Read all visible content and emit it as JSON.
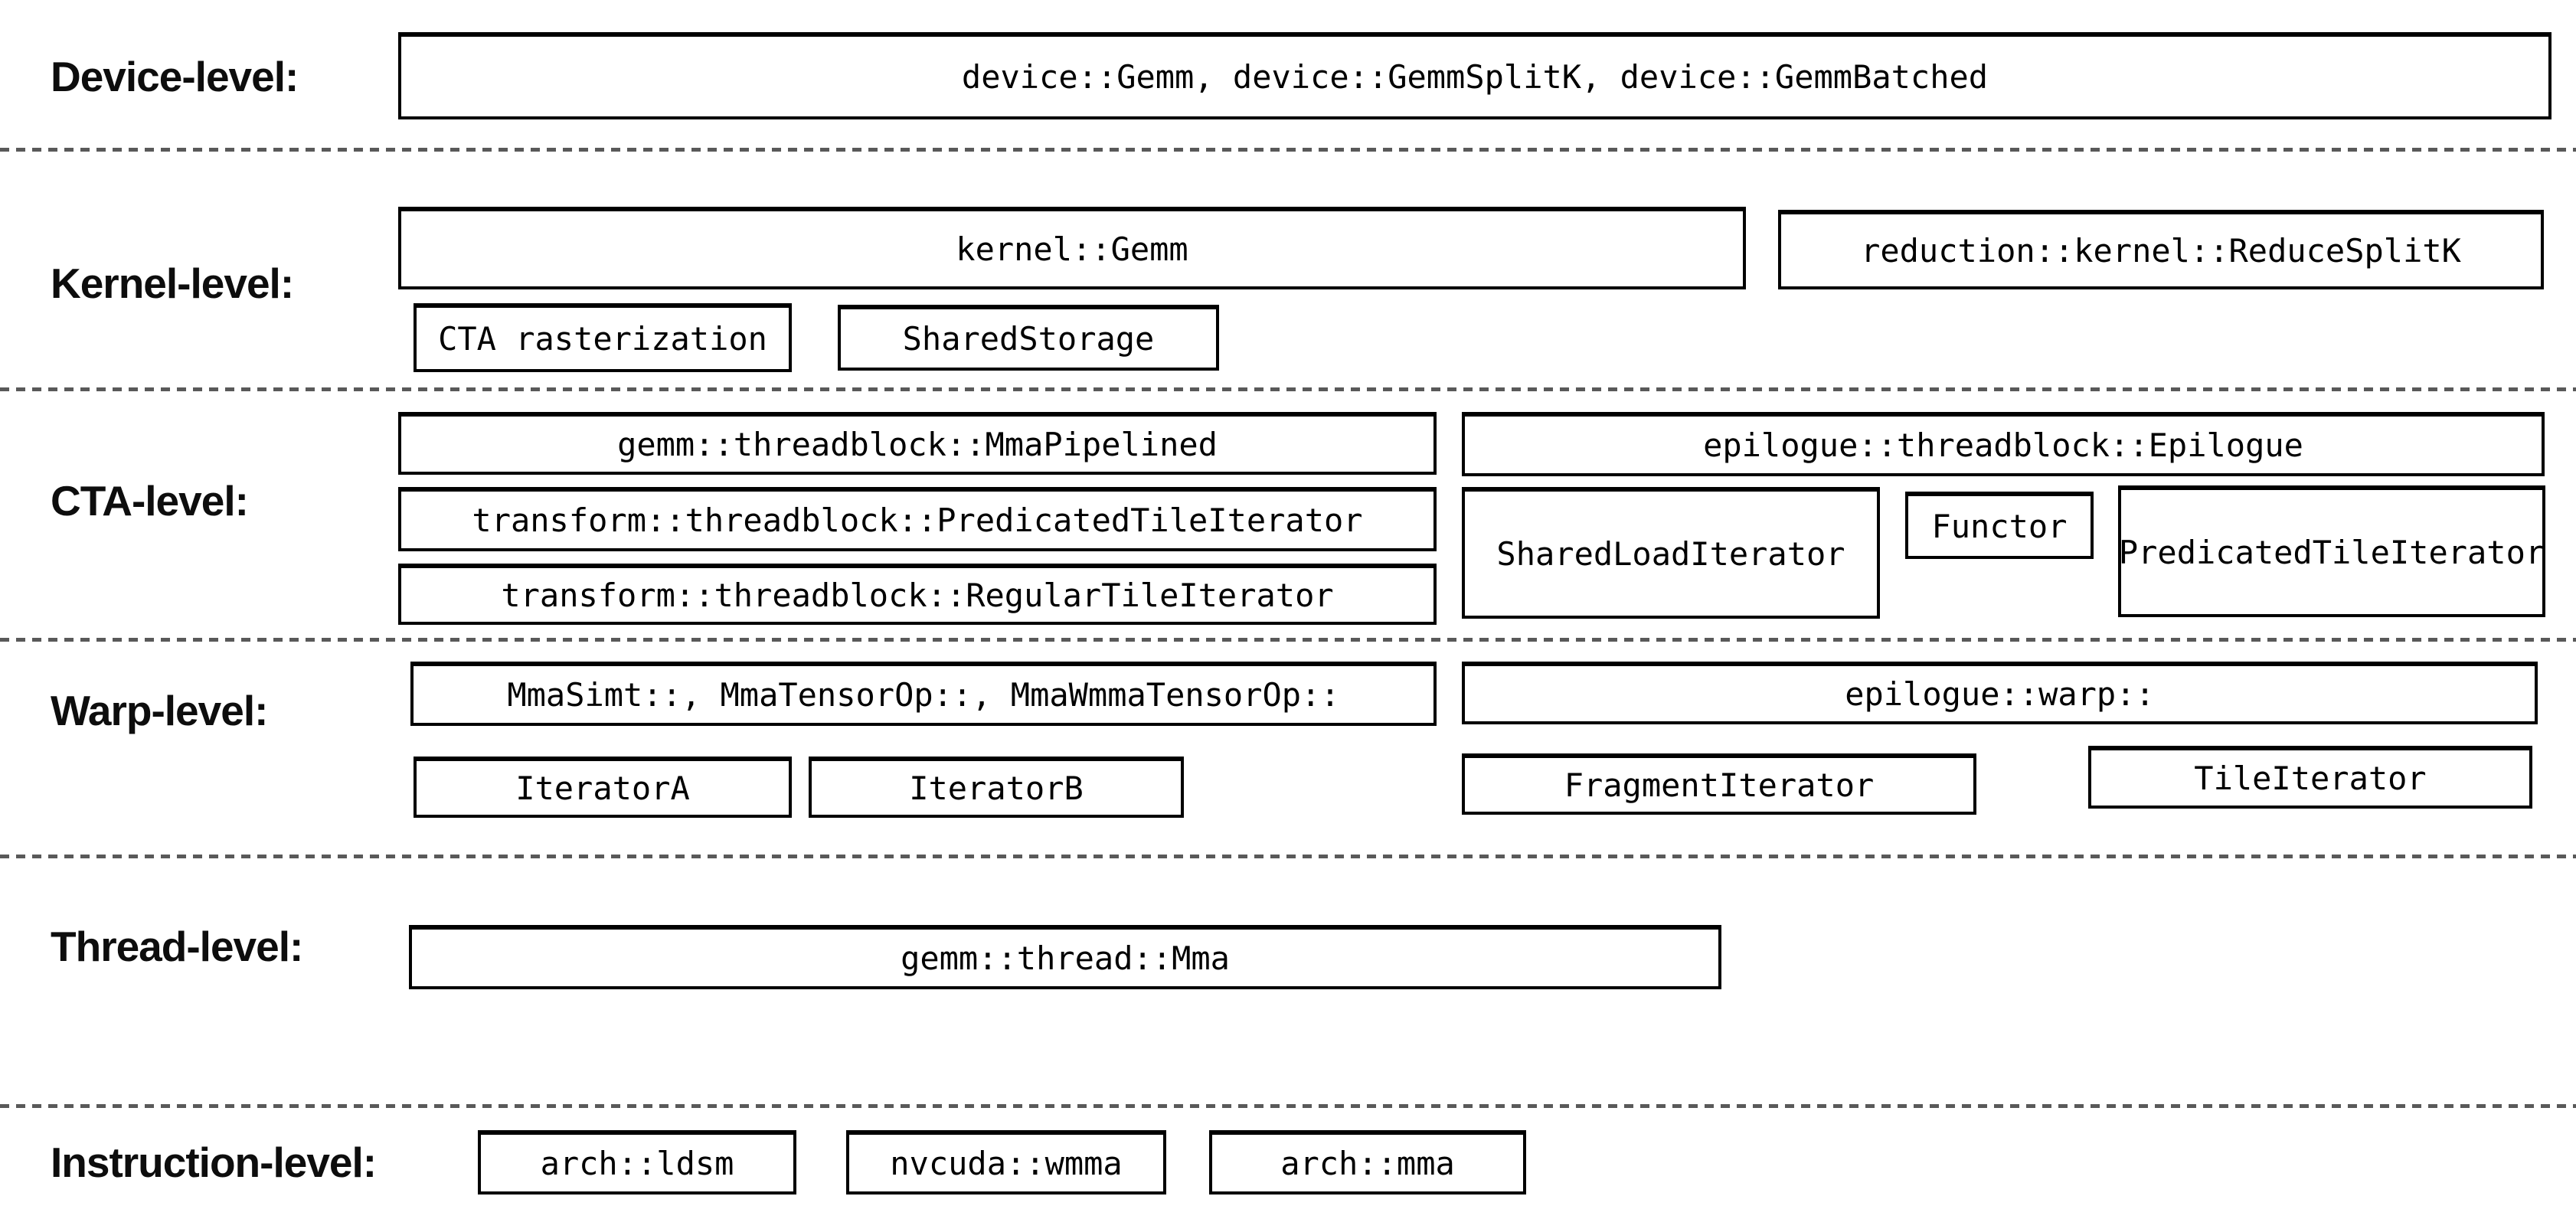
{
  "diagram": {
    "description": "Software hierarchy diagram of GEMM components organized by execution level",
    "colors": {
      "background": "#ffffff",
      "box_border": "#000000",
      "box_fill": "#ffffff",
      "text": "#000000",
      "separator_dash": "#595959"
    },
    "levels": [
      {
        "name": "device",
        "label": "Device-level:",
        "boxes": [
          {
            "label": "device::Gemm, device::GemmSplitK, device::GemmBatched"
          }
        ]
      },
      {
        "name": "kernel",
        "label": "Kernel-level:",
        "boxes": [
          {
            "label": "kernel::Gemm"
          },
          {
            "label": "reduction::kernel::ReduceSplitK"
          },
          {
            "label": "CTA rasterization"
          },
          {
            "label": "SharedStorage"
          }
        ]
      },
      {
        "name": "cta",
        "label": "CTA-level:",
        "boxes": [
          {
            "label": "gemm::threadblock::MmaPipelined"
          },
          {
            "label": "epilogue::threadblock::Epilogue"
          },
          {
            "label": "transform::threadblock::PredicatedTileIterator"
          },
          {
            "label": "transform::threadblock::RegularTileIterator"
          },
          {
            "label": "SharedLoadIterator"
          },
          {
            "label": "Functor"
          },
          {
            "label": "PredicatedTileIterator"
          }
        ]
      },
      {
        "name": "warp",
        "label": "Warp-level:",
        "boxes": [
          {
            "label": "MmaSimt::, MmaTensorOp::, MmaWmmaTensorOp::"
          },
          {
            "label": "epilogue::warp::"
          },
          {
            "label": "IteratorA"
          },
          {
            "label": "IteratorB"
          },
          {
            "label": "FragmentIterator"
          },
          {
            "label": "TileIterator"
          }
        ]
      },
      {
        "name": "thread",
        "label": "Thread-level:",
        "boxes": [
          {
            "label": "gemm::thread::Mma"
          }
        ]
      },
      {
        "name": "instruction",
        "label": "Instruction-level:",
        "boxes": [
          {
            "label": "arch::ldsm"
          },
          {
            "label": "nvcuda::wmma"
          },
          {
            "label": "arch::mma"
          }
        ]
      }
    ]
  }
}
